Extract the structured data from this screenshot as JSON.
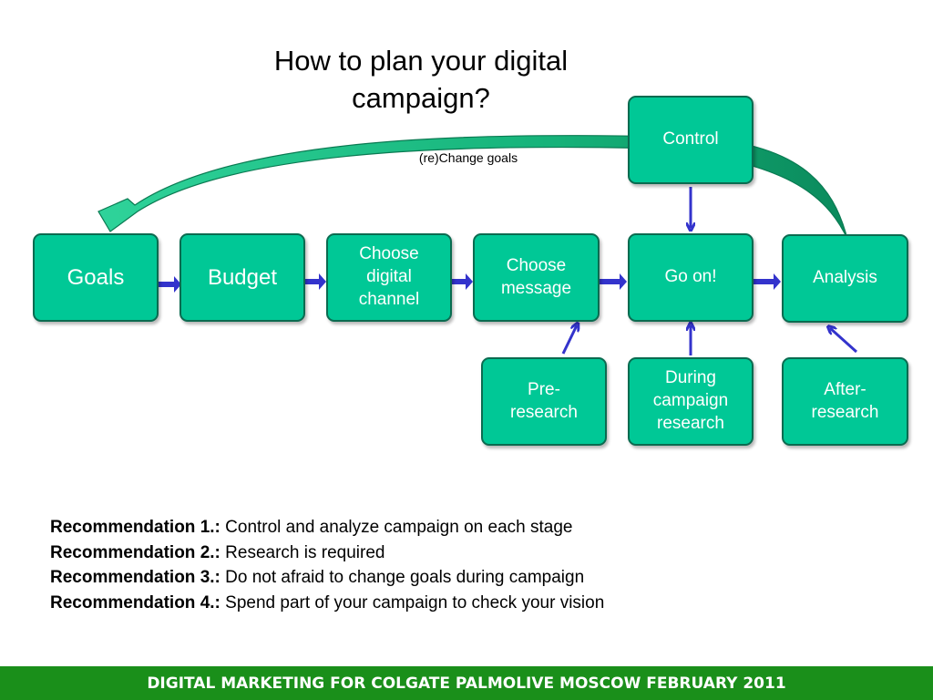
{
  "title": "How to plan your digital campaign?",
  "cycle_label": "(re)Change goals",
  "colors": {
    "box_fill": "#00c896",
    "box_border": "#0b6b50",
    "flow_arrow": "#3333cc",
    "cycle_arrow": "#1ab27a",
    "footer_bg": "#1a8f1a"
  },
  "nodes": {
    "goals": "Goals",
    "budget": "Budget",
    "channel": "Choose digital channel",
    "message": "Choose message",
    "go_on": "Go on!",
    "analysis": "Analysis",
    "control": "Control",
    "pre_research": "Pre-research",
    "during_research": "During campaign research",
    "after_research": "After-research"
  },
  "recommendations": [
    {
      "label": "Recommendation 1.:",
      "text": "Control and analyze campaign on each stage"
    },
    {
      "label": "Recommendation 2.:",
      "text": "Research is required"
    },
    {
      "label": "Recommendation 3.:",
      "text": "Do not afraid to change goals during campaign"
    },
    {
      "label": "Recommendation 4.:",
      "text": "Spend part of your campaign to check your vision"
    }
  ],
  "footer": "DIGITAL MARKETING FOR COLGATE PALMOLIVE MOSCOW FEBRUARY 2011"
}
